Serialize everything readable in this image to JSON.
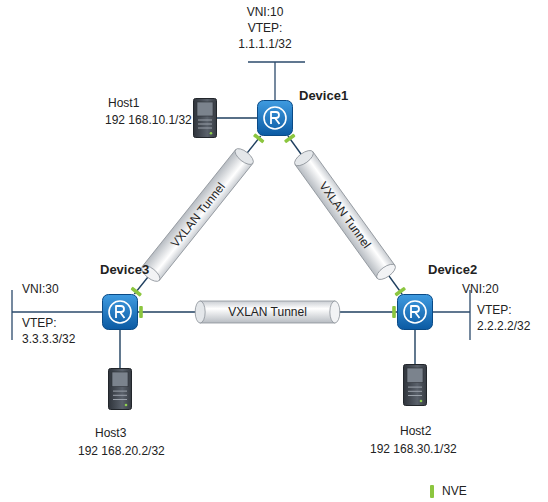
{
  "diagram": {
    "nodes": [
      {
        "text": [
          "Host1",
          "192 168.10.1/32"
        ]
      },
      {
        "text": [
          "Device1"
        ]
      },
      {
        "text": [
          "Device3"
        ]
      },
      {
        "text": [
          "Device2"
        ]
      },
      {
        "text": [
          "Host3",
          "192 168.20.2/32"
        ]
      },
      {
        "text": [
          "Host2",
          "192 168.30.1/32"
        ]
      }
    ],
    "edges": [
      {
        "from": 1,
        "to": 2,
        "arrow": "none",
        "label": "VXLAN Tunnel"
      },
      {
        "from": 1,
        "to": 3,
        "arrow": "none",
        "label": "VXLAN Tunnel"
      },
      {
        "from": 2,
        "to": 3,
        "arrow": "none",
        "label": "VXLAN Tunnel"
      },
      {
        "from": 0,
        "to": 1,
        "arrow": "none"
      },
      {
        "from": 2,
        "to": 4,
        "arrow": "none"
      },
      {
        "from": 3,
        "to": 5,
        "arrow": "none"
      }
    ],
    "labels": [
      "VNI:10",
      "VTEP: 1.1.1.1/32",
      "VNI:30",
      "VTEP: 3.3.3.3/32",
      "VNI:20",
      "VTEP: 2.2.2.2/32"
    ],
    "legend": [
      {
        "text": "NVE",
        "color": "#8cc63f"
      }
    ]
  }
}
